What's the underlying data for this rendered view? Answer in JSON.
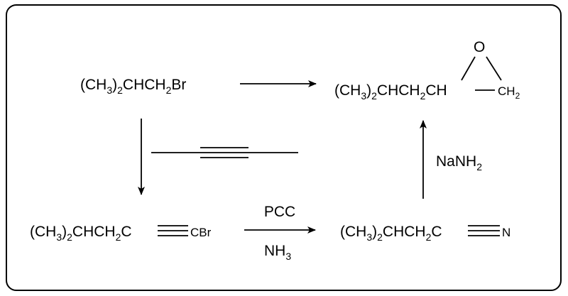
{
  "compounds": {
    "start": {
      "pre": "(CH",
      "sub1": "3",
      "mid": ")",
      "sub2": "2",
      "mid2": "CHCH",
      "sub3": "2",
      "end": "Br"
    },
    "epoxide": {
      "pre": "(CH",
      "sub1": "3",
      "mid": ")",
      "sub2": "2",
      "mid2": "CHCH",
      "sub3": "2",
      "ch": "CH",
      "ch2": "CH",
      "ch2sub": "2",
      "oxygen": "O"
    },
    "alkyne": {
      "pre": "(CH",
      "sub1": "3",
      "mid": ")",
      "sub2": "2",
      "mid2": "CHCH",
      "sub3": "2",
      "c": "C",
      "cbr": "CBr"
    },
    "nitrile": {
      "pre": "(CH",
      "sub1": "3",
      "mid": ")",
      "sub2": "2",
      "mid2": "CHCH",
      "sub3": "2",
      "c": "C",
      "n": "N"
    }
  },
  "reagents": {
    "pcc": "PCC",
    "nh3": {
      "main": "NH",
      "sub": "3"
    },
    "nanh2": {
      "main": "NaNH",
      "sub": "2"
    }
  }
}
